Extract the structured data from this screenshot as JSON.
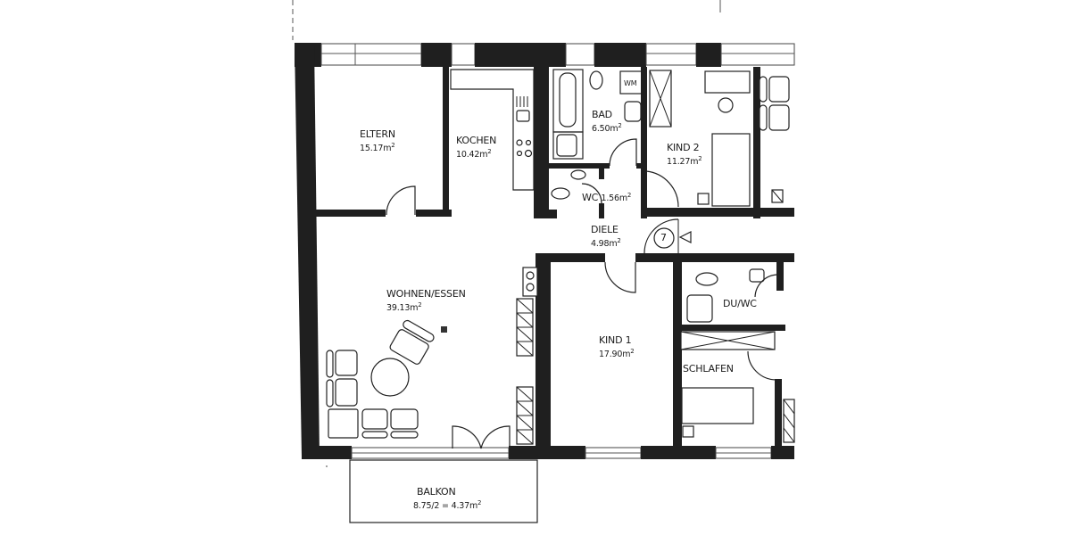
{
  "plan": {
    "title": "Apartment floor plan",
    "colors": {
      "wall": "#1f1f1f",
      "line": "#222222",
      "background": "#ffffff"
    },
    "rooms": [
      {
        "id": "eltern",
        "name": "ELTERN",
        "area": "15.17m",
        "unit_sup": "2"
      },
      {
        "id": "kochen",
        "name": "KOCHEN",
        "area": "10.42m",
        "unit_sup": "2"
      },
      {
        "id": "bad",
        "name": "BAD",
        "area": "6.50m",
        "unit_sup": "2"
      },
      {
        "id": "kind2",
        "name": "KIND 2",
        "area": "11.27m",
        "unit_sup": "2"
      },
      {
        "id": "wc",
        "name": "WC",
        "area": "1.56m",
        "unit_sup": "2"
      },
      {
        "id": "diele",
        "name": "DIELE",
        "area": "4.98m",
        "unit_sup": "2"
      },
      {
        "id": "wohnen",
        "name": "WOHNEN/ESSEN",
        "area": "39.13m",
        "unit_sup": "2"
      },
      {
        "id": "kind1",
        "name": "KIND 1",
        "area": "17.90m",
        "unit_sup": "2"
      },
      {
        "id": "duwc",
        "name": "DU/WC",
        "area": "",
        "unit_sup": ""
      },
      {
        "id": "schlafen",
        "name": "SCHLAFEN",
        "area": "",
        "unit_sup": ""
      },
      {
        "id": "balkon",
        "name": "BALKON",
        "area": "8.75/2 = 4.37m",
        "unit_sup": "2"
      }
    ],
    "fixtures": {
      "washing_machine": "WM",
      "entrance_number": "7"
    }
  }
}
